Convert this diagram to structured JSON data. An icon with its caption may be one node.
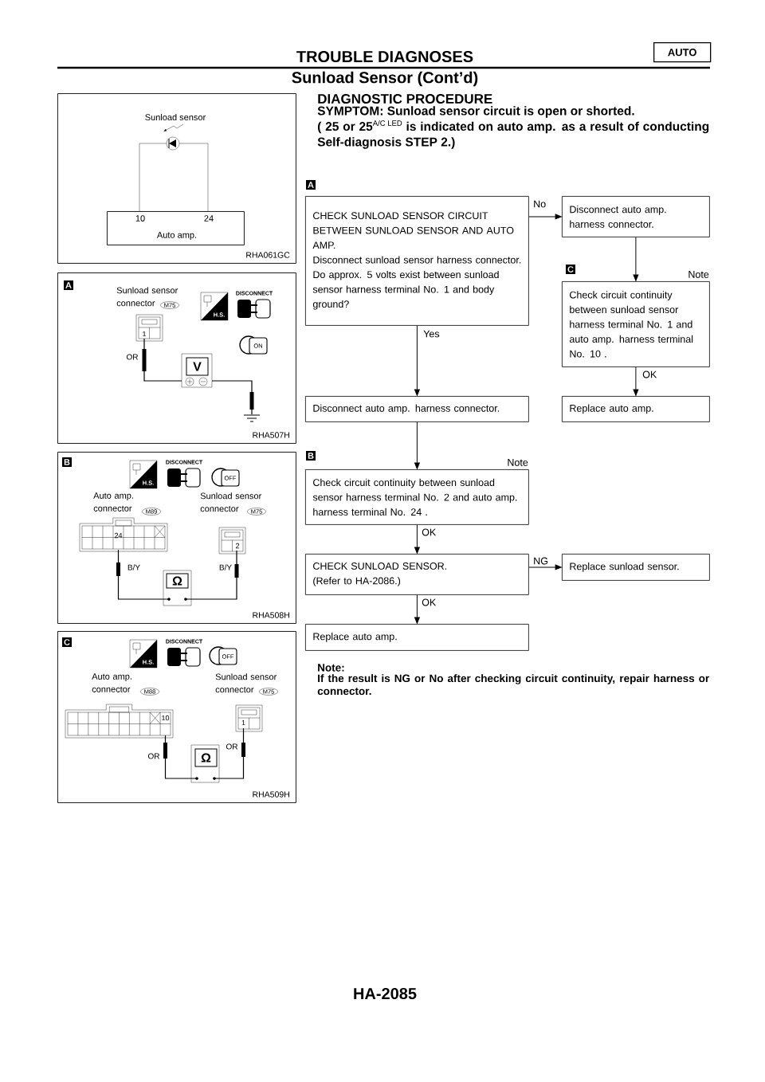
{
  "diagram": {
    "title": "TROUBLE DIAGNOSES",
    "nodes": [
      {
        "text": [
          "AUTO"
        ]
      },
      {
        "text": [
          "Sunload sensor",
          "RHA061GC"
        ]
      },
      {
        "text": [
          "10",
          "24",
          "Auto amp."
        ],
        "in": 1
      },
      {
        "text": [
          "A",
          "H.S.",
          "DISCONNECT",
          "Sunload sensor connector",
          "M75",
          "ON",
          "1",
          "OR",
          "V",
          "RHA507H"
        ]
      },
      {
        "text": [
          "B",
          "H.S.",
          "DISCONNECT",
          "OFF",
          "Auto amp. connector",
          "M89",
          "Sunload sensor connector",
          "M75",
          "24",
          "2",
          "B/Y",
          "B/Y",
          "Ω",
          "RHA508H"
        ]
      },
      {
        "text": [
          "C",
          "H.S.",
          "DISCONNECT",
          "OFF",
          "Auto amp. connector",
          "M88",
          "Sunload sensor connector",
          "M75",
          "10",
          "1",
          "OR",
          "OR",
          "Ω",
          "RHA509H"
        ]
      },
      {
        "text": [
          "CHECK SUNLOAD SENSOR CIRCUIT BETWEEN SUNLOAD SENSOR AND AUTO AMP.",
          "Disconnect sunload sensor harness connector.",
          "Do approx. 5 volts exist between sunload sensor harness terminal No. 1 and body ground?"
        ]
      },
      {
        "text": [
          "Disconnect auto amp. harness connector."
        ]
      },
      {
        "text": [
          "Check circuit continuity between sunload sensor harness terminal No. 1 and auto amp. harness terminal No. 10 ."
        ],
        "beside": [
          "Note"
        ]
      },
      {
        "text": [
          "Replace auto amp."
        ]
      },
      {
        "text": [
          "Disconnect auto amp. harness connector."
        ]
      },
      {
        "text": [
          "Check circuit continuity between sunload sensor harness terminal No. 2 and auto amp. harness terminal No. 24 ."
        ],
        "beside": [
          "Note"
        ]
      },
      {
        "text": [
          "CHECK SUNLOAD SENSOR.",
          "(Refer to HA-2086.)"
        ]
      },
      {
        "text": [
          "Replace sunload sensor."
        ]
      },
      {
        "text": [
          "Replace auto amp."
        ]
      }
    ],
    "edges": [
      {
        "from": 6,
        "to": 7,
        "arrow": "to",
        "label": "No"
      },
      {
        "from": 7,
        "to": 8,
        "arrow": "to"
      },
      {
        "from": 8,
        "to": 9,
        "arrow": "to",
        "label": "OK"
      },
      {
        "from": 6,
        "to": 10,
        "arrow": "to",
        "label": "Yes"
      },
      {
        "from": 10,
        "to": 11,
        "arrow": "to"
      },
      {
        "from": 11,
        "to": 12,
        "arrow": "to",
        "label": "OK"
      },
      {
        "from": 12,
        "to": 13,
        "arrow": "to",
        "label": "NG"
      },
      {
        "from": 12,
        "to": 14,
        "arrow": "to",
        "label": "OK"
      }
    ],
    "labels": [
      "Sunload Sensor (Cont’d)",
      "DIAGNOSTIC PROCEDURE",
      "SYMPTOM: Sunload sensor circuit is open or shorted.",
      "( 25 or 25",
      "A/C LED",
      "is indicated on auto amp. as a result of conducting Self-diagnosis STEP 2.)",
      "A",
      "C",
      "B",
      "Note:",
      "If the result is NG or No after checking circuit continuity, repair harness or connector.",
      "HA-2085"
    ]
  }
}
